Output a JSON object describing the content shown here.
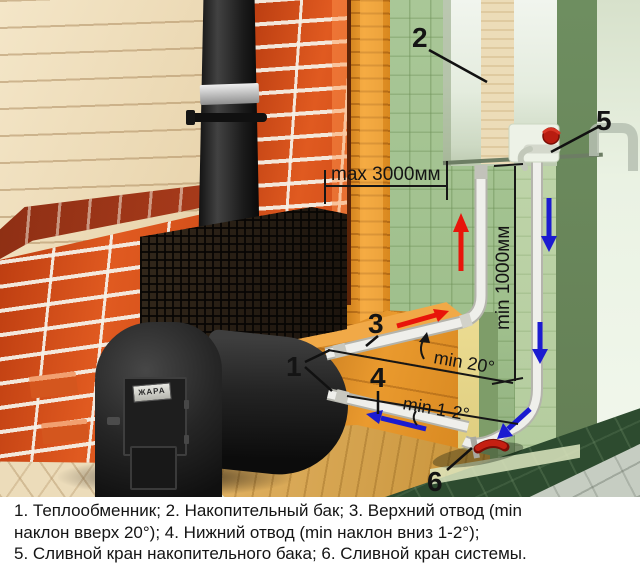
{
  "figure": {
    "callouts": [
      "1",
      "2",
      "3",
      "4",
      "5",
      "6"
    ],
    "dimensions": {
      "max_offset": "max 3000мм",
      "min_drop": "min 1000мм",
      "upper_slope": "min 20°",
      "lower_slope": "min 1-2°"
    },
    "stove_brand": "ЖАРА"
  },
  "caption": {
    "line1": "1. Теплообменник;  2. Накопительный бак;  3. Верхний отвод (min",
    "line2": "наклон вверх 20°);  4. Нижний отвод (min наклон вниз 1-2°);",
    "line3": "5. Сливной кран накопительного бака;  6. Сливной кран системы."
  },
  "colors": {
    "hot_flow_arrow": "#e8150a",
    "cold_flow_arrow": "#1b1bd0",
    "annotation": "#141414",
    "brick": "#d0491a",
    "green_wall": "#a6c494",
    "pipe": "#efefeb"
  }
}
